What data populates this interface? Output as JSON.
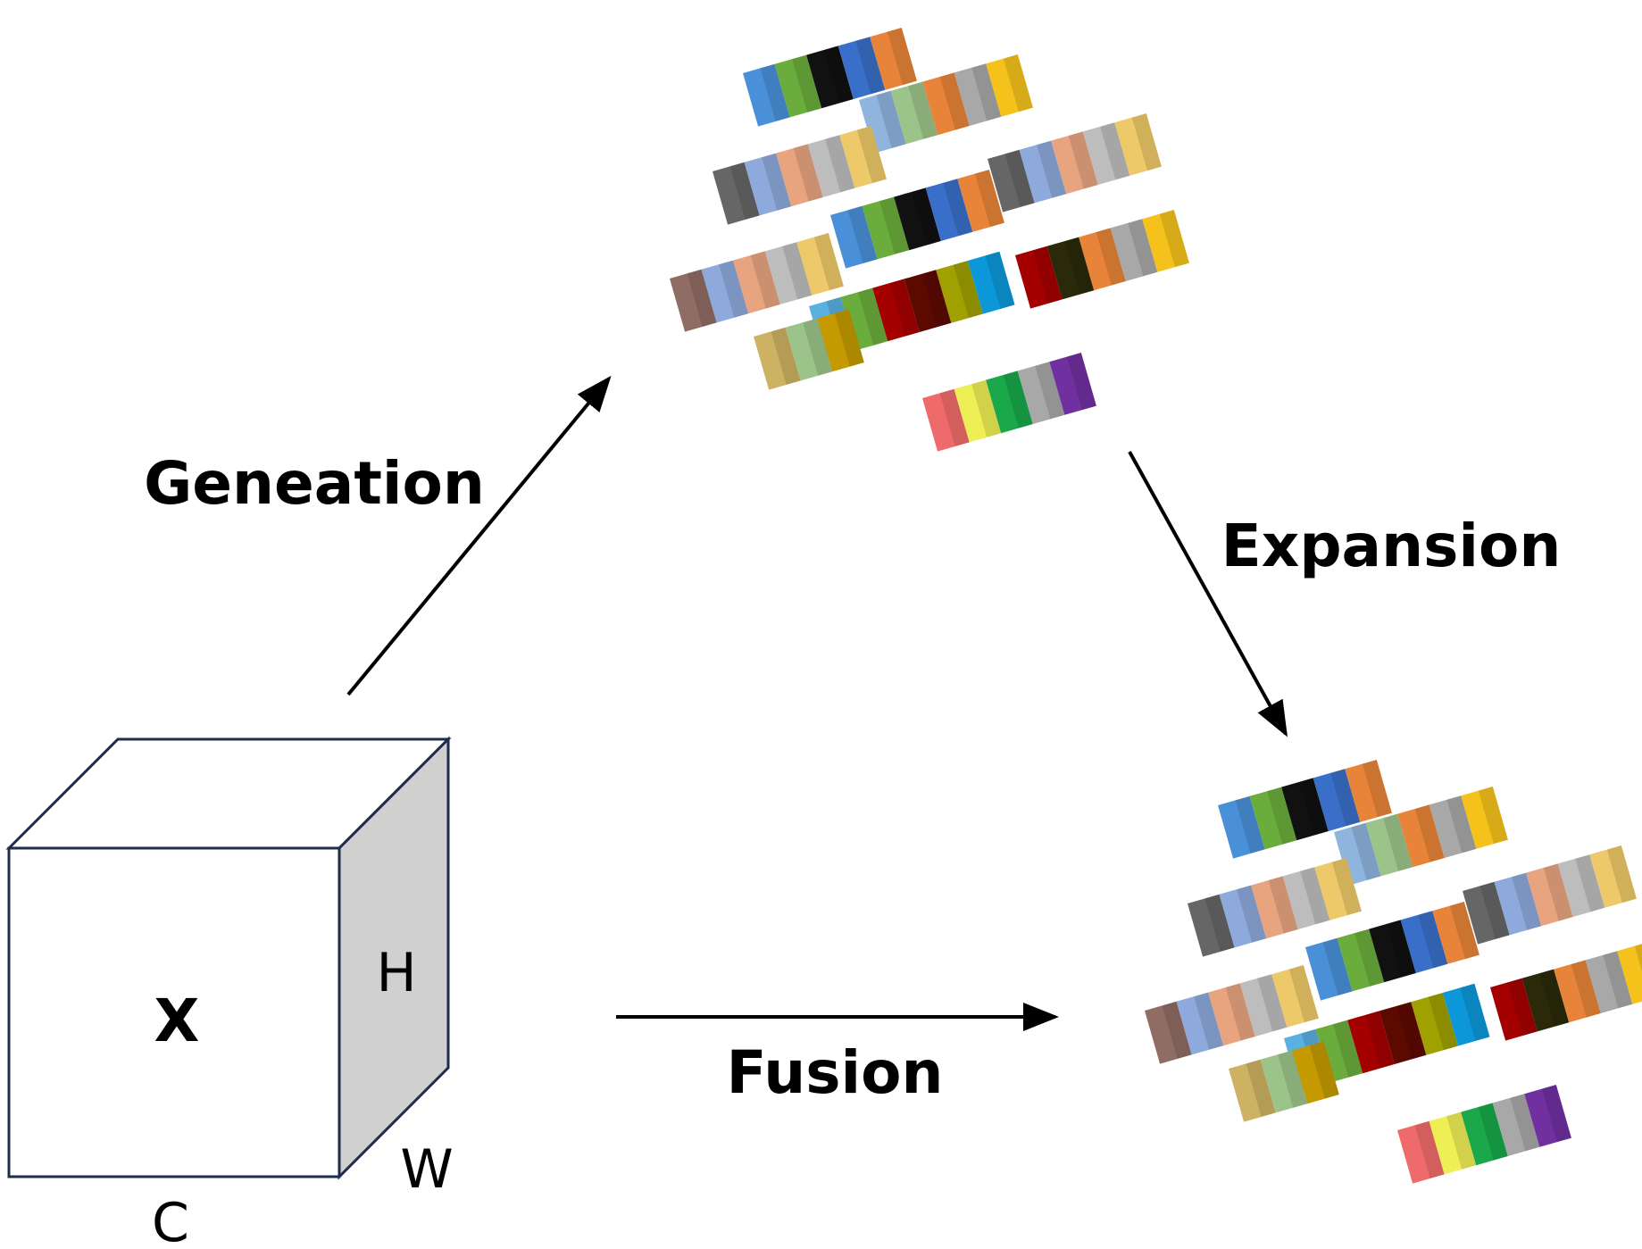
{
  "labels": {
    "generation": "Geneation",
    "expansion": "Expansion",
    "fusion": "Fusion"
  },
  "tensor": {
    "name": "X",
    "dim_h": "H",
    "dim_w": "W",
    "dim_c": "C"
  },
  "colors": {
    "stroke": "#1f2d4d",
    "side_fill": "#d0d0d0",
    "arrow": "#000000"
  },
  "token_rows": [
    [
      "#4a90d9",
      "#6aad3c",
      "#111111",
      "#3a6fc9",
      "#e8843a"
    ],
    [
      "#8fb4dd",
      "#9cc48a",
      "#e8843a",
      "#a8a8a8",
      "#f5c21c"
    ],
    [
      "#666666",
      "#8ea9db",
      "#e8a47f",
      "#bdbdbd",
      "#eec969"
    ],
    [
      "#666666",
      "#8ea9db",
      "#e8a47f",
      "#bdbdbd",
      "#eec969"
    ],
    [
      "#4a90d9",
      "#6aad3c",
      "#111111",
      "#3a6fc9",
      "#e8843a"
    ],
    [
      "#8f6d64",
      "#8ea9db",
      "#e8a47f",
      "#bdbdbd",
      "#eec969"
    ],
    [
      "#a50000",
      "#2a2a0a",
      "#e8843a",
      "#a8a8a8",
      "#f5c21c"
    ],
    [
      "#5ab0e0",
      "#6aad3c",
      "#a50000",
      "#5c0a00",
      "#a0a000",
      "#0c98d8"
    ],
    [
      "#cdb264",
      "#9cc48a",
      "#c49a00"
    ],
    [
      "#ef6b6b",
      "#eeee55",
      "#1aa84a",
      "#a8a8a8",
      "#7030a0"
    ]
  ]
}
